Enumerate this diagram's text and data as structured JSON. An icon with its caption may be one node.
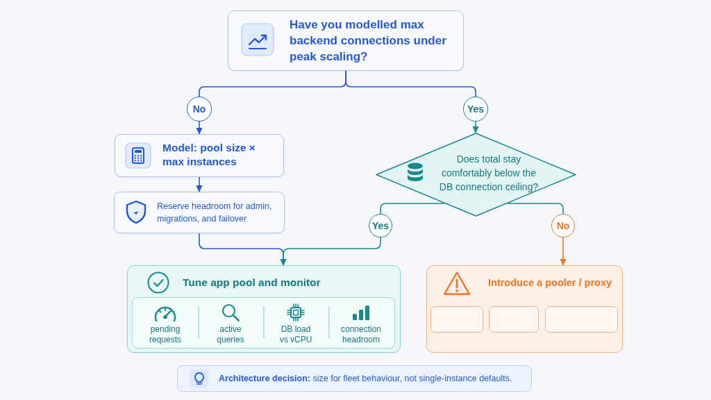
{
  "diagram": {
    "nodes": [
      {
        "text": [
          "Have you modelled max backend connections under peak scaling?"
        ]
      },
      {
        "text": [
          "No"
        ]
      },
      {
        "text": [
          "Yes"
        ]
      },
      {
        "text": [
          "Model: pool size × max instances"
        ]
      },
      {
        "text": [
          "Reserve headroom for admin, migrations, and failover"
        ]
      },
      {
        "text": [
          "Does total stay comfortably below the DB connection ceiling?"
        ]
      },
      {
        "text": [
          "Yes"
        ]
      },
      {
        "text": [
          "No"
        ]
      },
      {
        "text": [
          "Tune app pool and monitor",
          "pending requests",
          "active queries",
          "DB load vs vCPU",
          "connection headroom"
        ]
      },
      {
        "text": [
          "Introduce a pooler / proxy"
        ]
      },
      {
        "text": [],
        "shape": "box",
        "in": 9
      },
      {
        "text": [],
        "shape": "box",
        "in": 9
      },
      {
        "text": [],
        "shape": "box",
        "in": 9
      },
      {
        "text": [
          "**Architecture decision:** size for fleet behaviour, not single-instance defaults."
        ]
      }
    ],
    "edges": [
      {
        "from": 0,
        "to": 1,
        "arrow": "none"
      },
      {
        "from": 0,
        "to": 2,
        "arrow": "none"
      },
      {
        "from": 1,
        "to": 3,
        "arrow": "to"
      },
      {
        "from": 3,
        "to": 4,
        "arrow": "to"
      },
      {
        "from": 4,
        "to": 8,
        "arrow": "to"
      },
      {
        "from": 2,
        "to": 5,
        "arrow": "to",
        "color": "#17898f"
      },
      {
        "from": 5,
        "to": 6,
        "arrow": "none",
        "color": "#17898f"
      },
      {
        "from": 5,
        "to": 7,
        "arrow": "none",
        "color": "#17898f"
      },
      {
        "from": 6,
        "to": 8,
        "arrow": "to",
        "color": "#17898f"
      },
      {
        "from": 7,
        "to": 9,
        "arrow": "to",
        "color": "#ef7428"
      }
    ]
  }
}
